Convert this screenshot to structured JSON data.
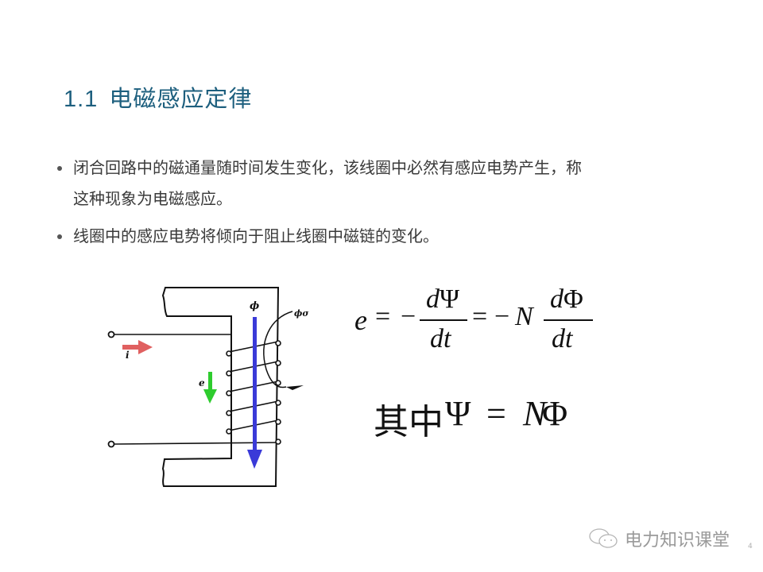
{
  "slide": {
    "title_number": "1.1",
    "title_text": "电磁感应定律",
    "bullets": [
      {
        "line1": "闭合回路中的磁通量随时间发生变化，该线圈中必然有感应电势产生，称",
        "line2": "这种现象为电磁感应。"
      },
      {
        "line1": "线圈中的感应电势将倾向于阻止线圈中磁链的变化。"
      }
    ],
    "diagram": {
      "labels": {
        "current": "i",
        "emf": "e",
        "flux": "ϕ",
        "leakage_flux": "ϕσ"
      },
      "colors": {
        "current_arrow": "#e06060",
        "emf_arrow": "#2ecc2e",
        "flux_arrow": "#3a3ad8",
        "lines": "#111111"
      }
    },
    "formula": {
      "lhs": "e",
      "eq1": "=",
      "minus1": "−",
      "frac1_num_d": "d",
      "frac1_num_sym": "Ψ",
      "frac1_den": "dt",
      "eq2": "=",
      "minus2": "−",
      "coef": "N",
      "frac2_num_d": "d",
      "frac2_num_sym": "Φ",
      "frac2_den": "dt",
      "where_text": "其中",
      "where_lhs": "Ψ",
      "where_eq": "=",
      "where_rhs_n": "N",
      "where_rhs_sym": "Φ"
    },
    "watermark": "电力知识课堂",
    "page_number": "4"
  }
}
